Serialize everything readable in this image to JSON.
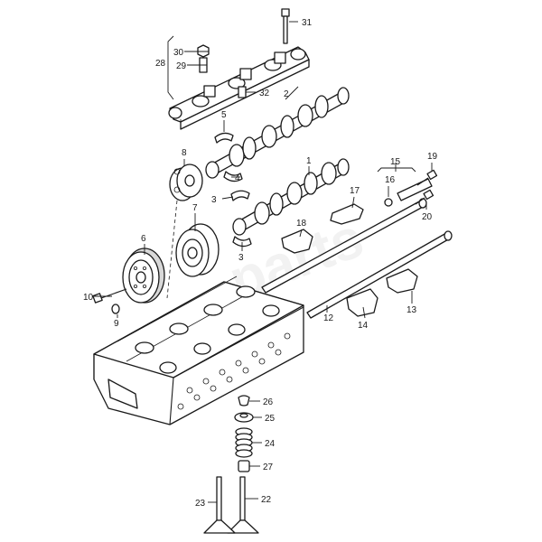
{
  "diagram": {
    "watermark": "parts",
    "callouts": [
      "1",
      "2",
      "3",
      "3",
      "4",
      "5",
      "6",
      "7",
      "8",
      "9",
      "10",
      "12",
      "13",
      "14",
      "15",
      "16",
      "17",
      "18",
      "19",
      "20",
      "22",
      "23",
      "24",
      "25",
      "26",
      "27",
      "28",
      "29",
      "30",
      "31",
      "32"
    ]
  }
}
